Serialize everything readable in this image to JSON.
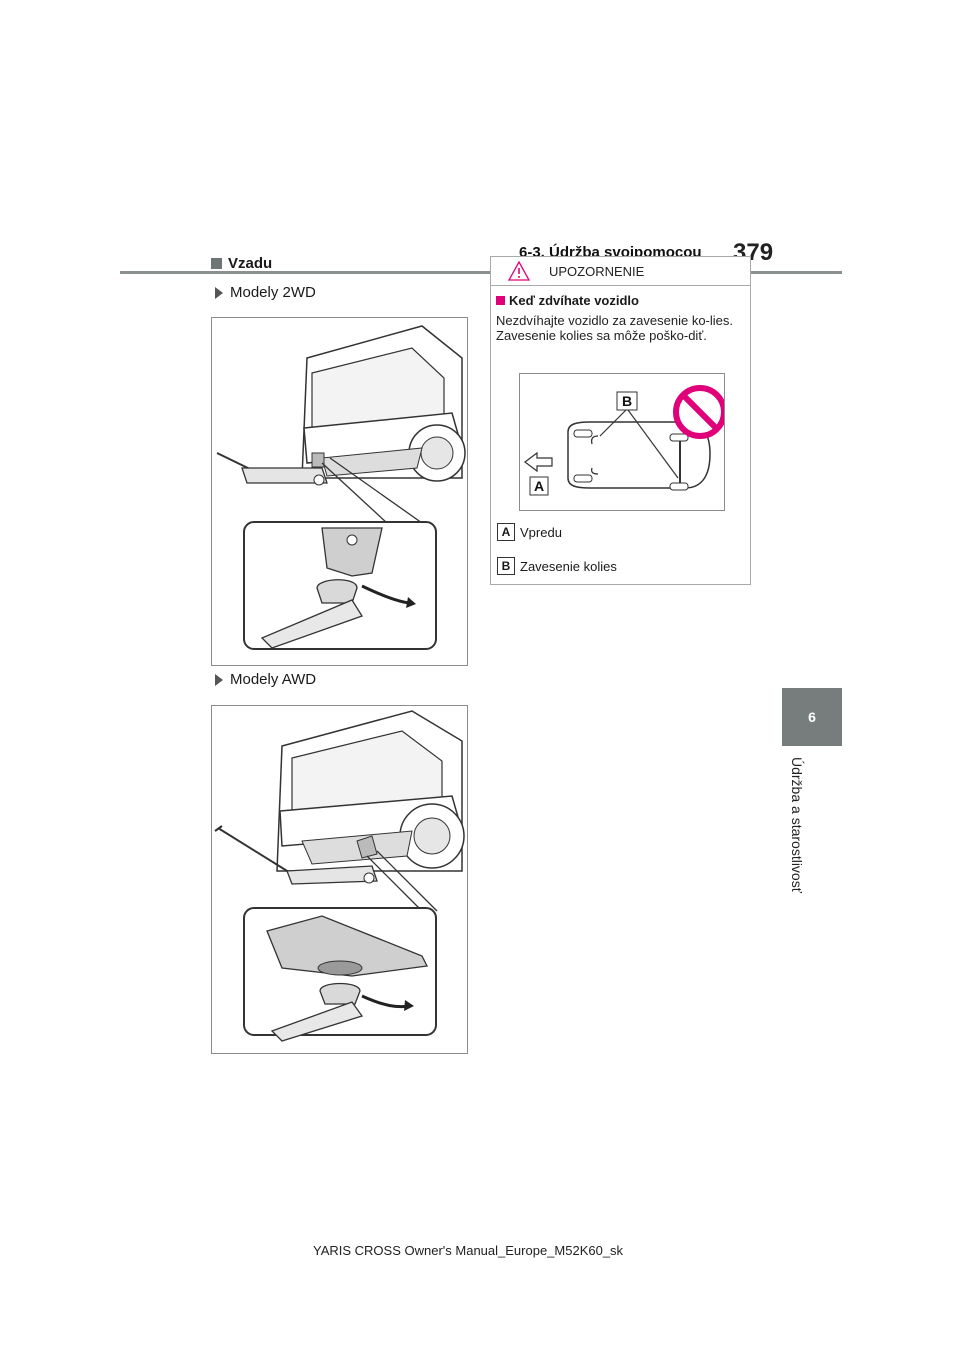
{
  "header": {
    "section_title": "6-3. Údržba svojpomocou",
    "page_number": "379"
  },
  "side_tab": {
    "chapter_number": "6",
    "chapter_title": "Údržba a starostlivosť"
  },
  "main": {
    "heading": "Vzadu",
    "items": [
      {
        "label": "Modely 2WD",
        "figure_icon": "rear-jack-2wd-illustration"
      },
      {
        "label": "Modely AWD",
        "figure_icon": "rear-jack-awd-illustration"
      }
    ]
  },
  "warning": {
    "title": "UPOZORNENIE",
    "subheading": "Keď zdvíhate vozidlo",
    "body": "Nezdvíhajte vozidlo za zavesenie ko-lies. Zavesenie kolies sa môže poško-diť.",
    "legend": [
      {
        "key": "A",
        "text": "Vpredu"
      },
      {
        "key": "B",
        "text": "Zavesenie kolies"
      }
    ],
    "accent_color": "#e0007a"
  },
  "footer": {
    "text": "YARIS CROSS Owner's Manual_Europe_M52K60_sk"
  }
}
